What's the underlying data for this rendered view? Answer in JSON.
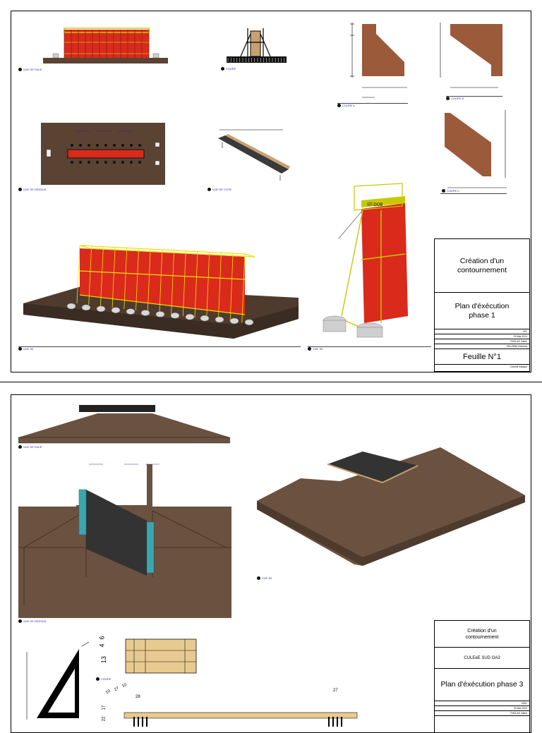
{
  "sheet1": {
    "title_block": {
      "project": "Création d'un contournement",
      "plan": "Plan d'éxécution phase 1",
      "rows": [
        {
          "key": "",
          "value": "001"
        },
        {
          "key": "",
          "value": "29 Mai 2024"
        },
        {
          "key": "",
          "value": "THOLAS Julien"
        },
        {
          "key": "",
          "value": "DELORM Clément"
        }
      ],
      "sheet": "Feuille N°1",
      "footer": "Comme indiqué"
    },
    "rebar_logo": "ST-DOB"
  },
  "sheet2": {
    "title_block": {
      "project": "Création d'un contournement",
      "subtitle": "CULEeE SUD OA3",
      "plan": "Plan d'éxécution phase 3",
      "rows": [
        {
          "key": "",
          "value": "0001"
        },
        {
          "key": "",
          "value": "29 Mai 2024"
        },
        {
          "key": "",
          "value": "THOLAS Julien"
        }
      ]
    },
    "dims_vertical": [
      "13",
      "4",
      "6"
    ],
    "dims_small": [
      "10",
      "27",
      "10"
    ],
    "dim_28": "28",
    "dim_22": "22",
    "dim_17": "17",
    "dim_27b": "27"
  }
}
